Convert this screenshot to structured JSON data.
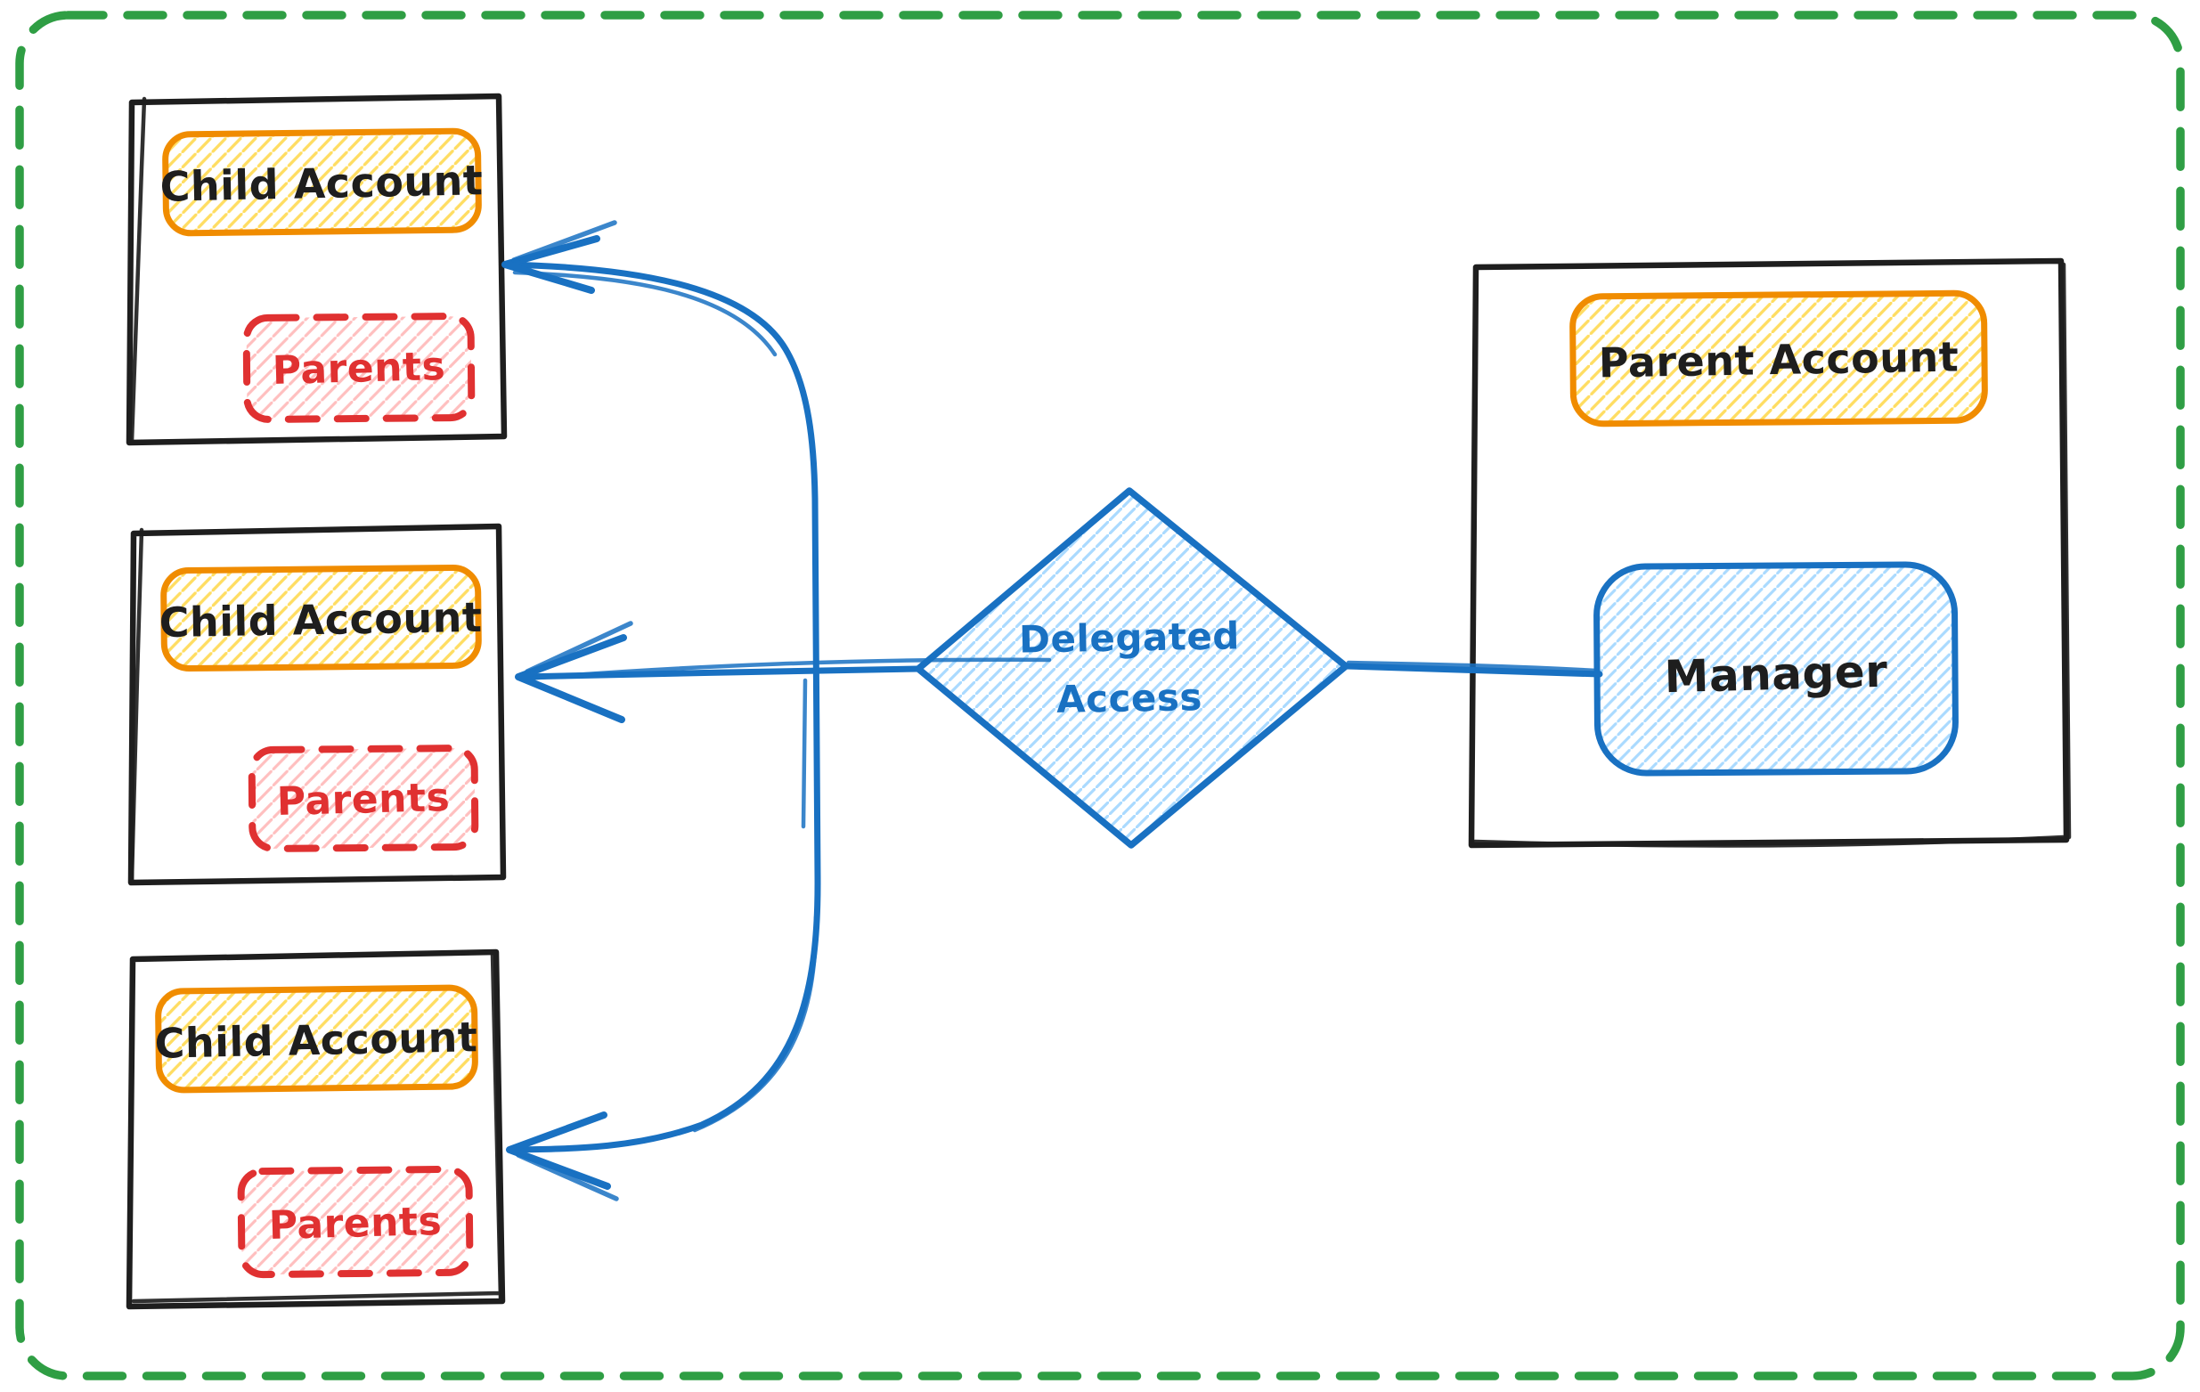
{
  "colors": {
    "canvas-border-green": "#2f9e44",
    "box-black": "#1e1e1e",
    "chip-orange": "#f08c00",
    "chip-orange-fill": "#ffd43b",
    "tag-red": "#e03131",
    "tag-red-fill": "#ff9d9d",
    "accent-blue": "#1971c2",
    "accent-blue-fill": "#a5d8ff",
    "canvas-bg": "#ffffff"
  },
  "child_accounts": [
    {
      "title": "Child Account",
      "tag": "Parents"
    },
    {
      "title": "Child Account",
      "tag": "Parents"
    },
    {
      "title": "Child Account",
      "tag": "Parents"
    }
  ],
  "decision": {
    "line1": "Delegated",
    "line2": "Access"
  },
  "parent_account": {
    "title": "Parent Account",
    "role": "Manager"
  }
}
